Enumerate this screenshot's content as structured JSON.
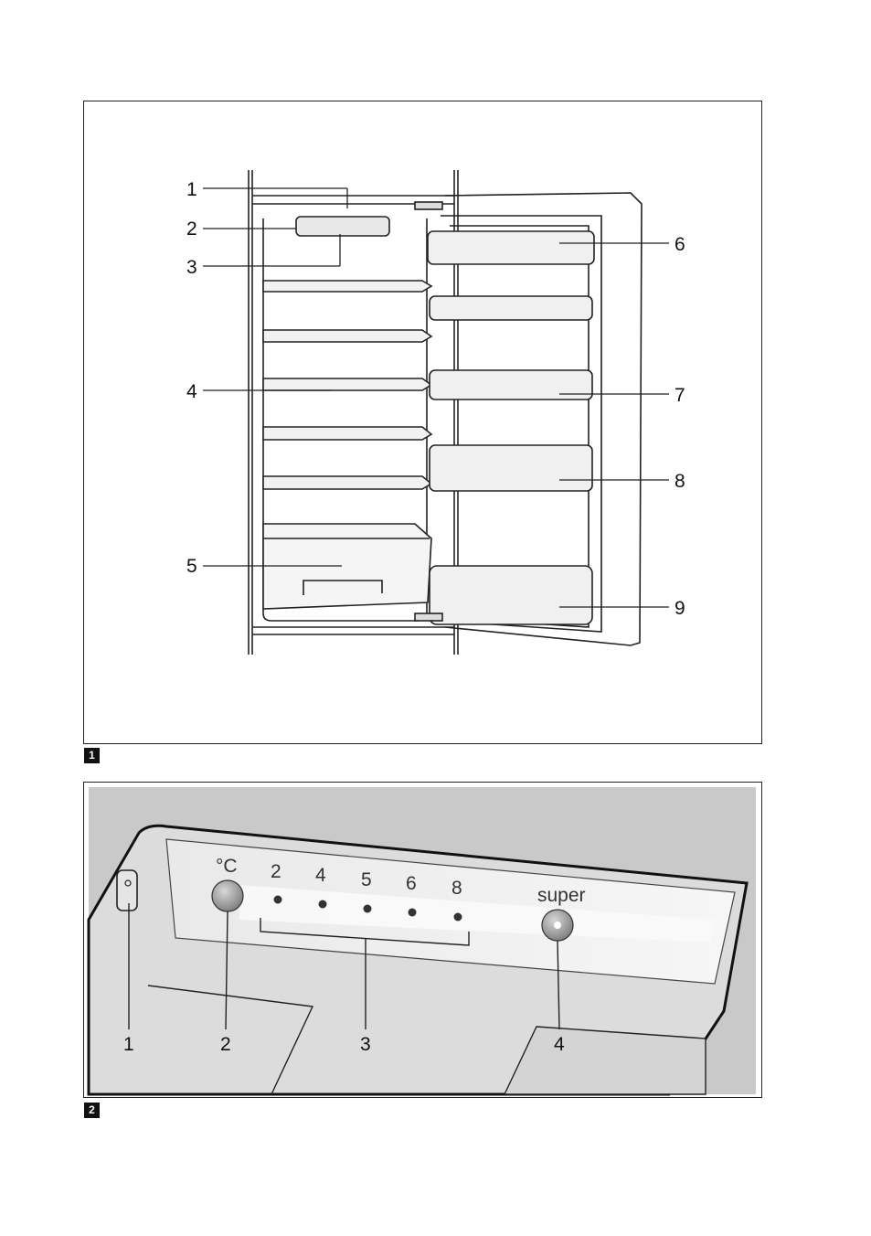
{
  "figure1": {
    "number": "1",
    "callouts": [
      "1",
      "2",
      "3",
      "4",
      "5",
      "6",
      "7",
      "8",
      "9"
    ]
  },
  "figure2": {
    "number": "2",
    "unit_label": "°C",
    "temperature_settings": [
      "2",
      "4",
      "5",
      "6",
      "8"
    ],
    "super_label": "super",
    "callouts": [
      "1",
      "2",
      "3",
      "4"
    ]
  }
}
